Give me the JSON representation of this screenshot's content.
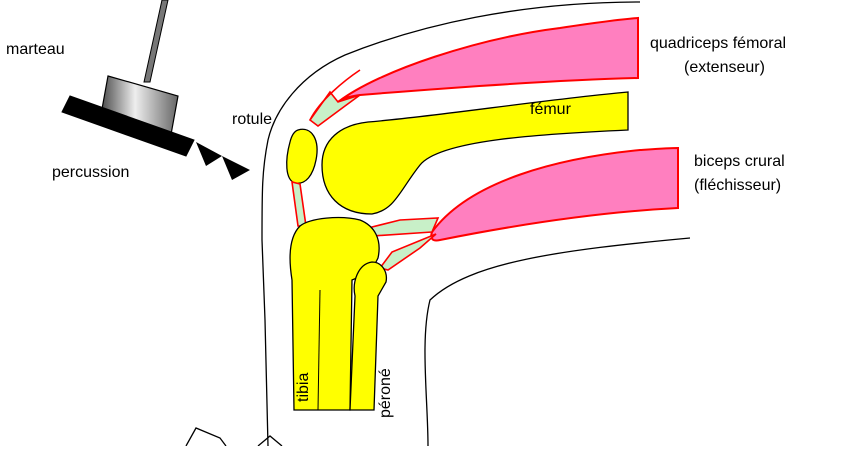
{
  "labels": {
    "marteau": "marteau",
    "percussion": "percussion",
    "rotule": "rotule",
    "femur": "fémur",
    "tibia": "tibia",
    "perone": "péroné",
    "quadriceps_line1": "quadriceps fémoral",
    "quadriceps_line2": "(extenseur)",
    "biceps_line1": "biceps crural",
    "biceps_line2": "(fléchisseur)"
  },
  "colors": {
    "bone": "#ffff00",
    "muscle": "#ff7fbf",
    "muscle_outline": "#ff0000",
    "tendon": "#c8f0c8",
    "outline": "#000000",
    "hammer_head": "#000000"
  }
}
